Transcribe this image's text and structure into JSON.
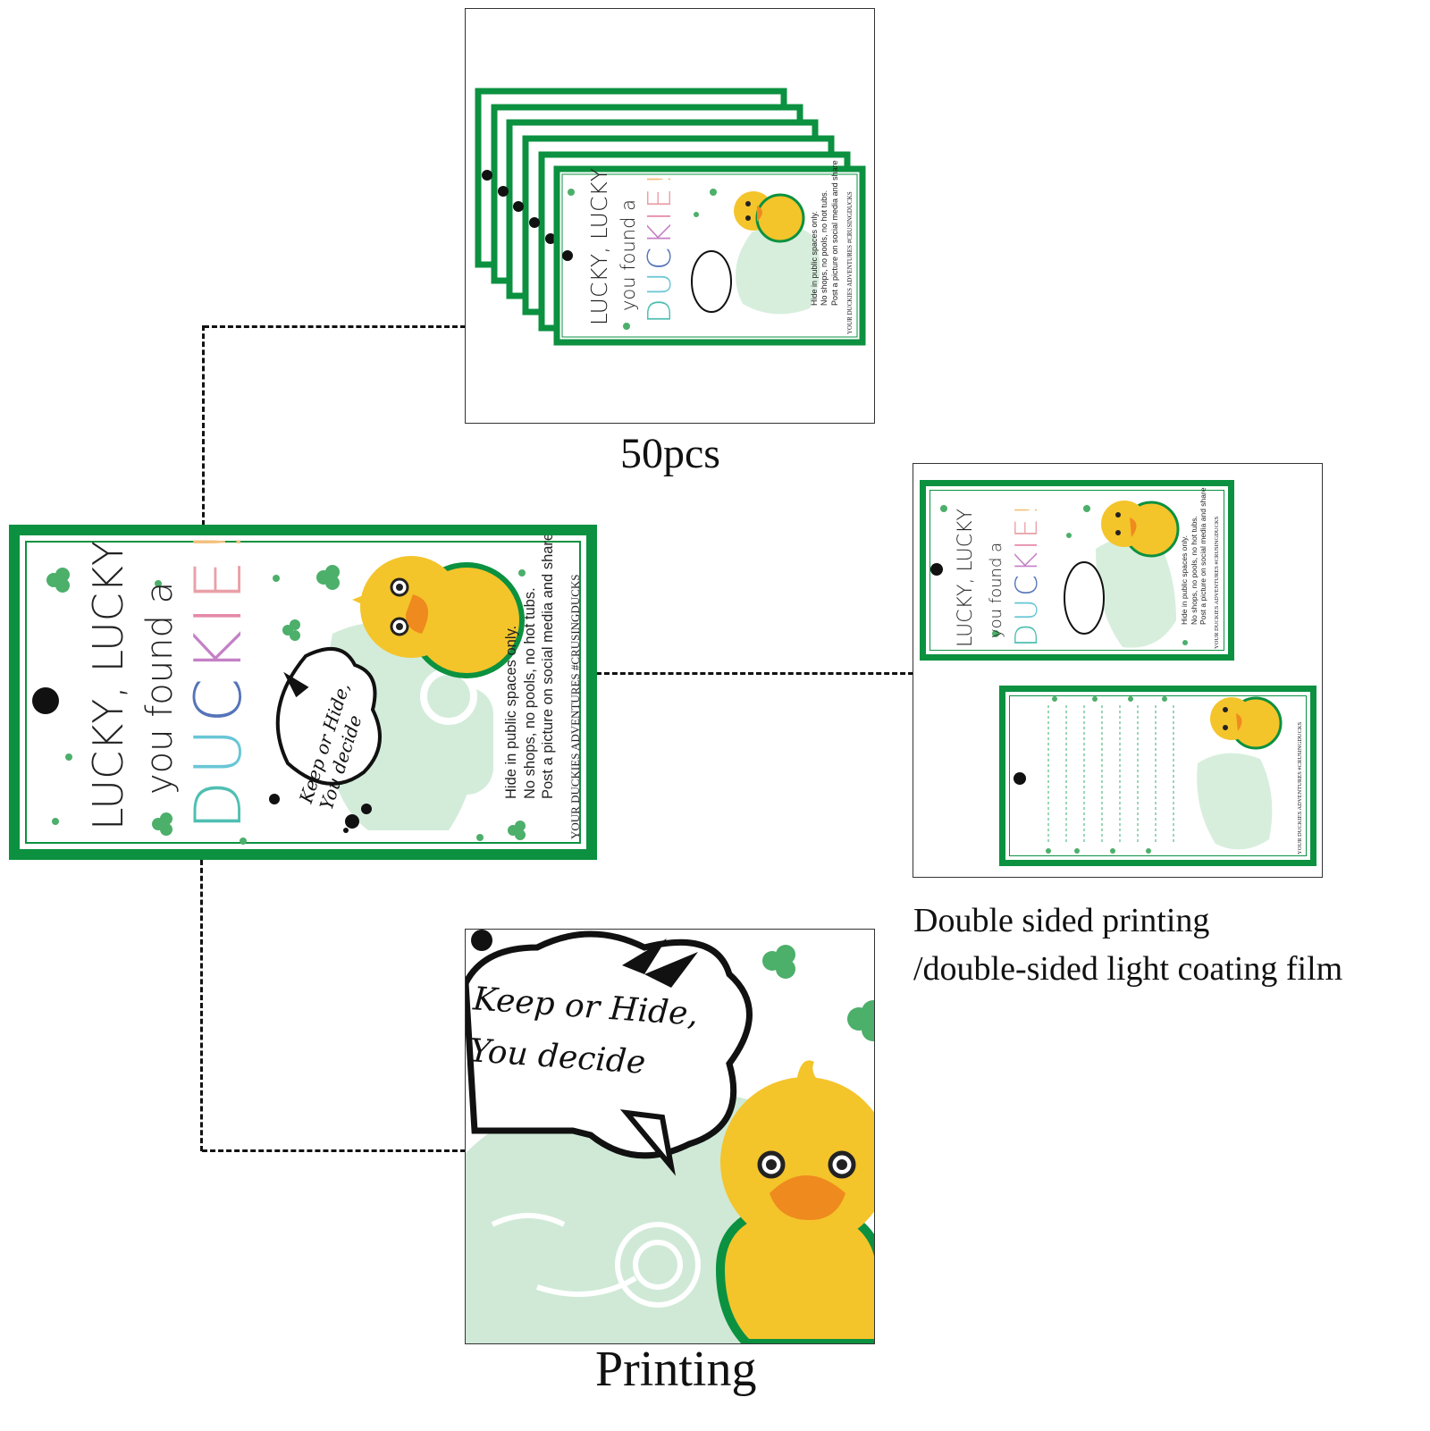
{
  "captions": {
    "pack": "50pcs",
    "double_sided_line1": "Double sided printing",
    "double_sided_line2": "/double-sided light coating film",
    "printing": "Printing"
  },
  "card": {
    "title_line1": "LUCKY, LUCKY",
    "title_line2": "you found a",
    "title_duckie_letters": [
      "D",
      "U",
      "C",
      "K",
      "I",
      "E",
      "!"
    ],
    "duckie_colors": [
      "#4fbfb2",
      "#68c6d6",
      "#5574b9",
      "#c480c6",
      "#e58aa8",
      "#e9a0a8",
      "#f2c07a"
    ],
    "bubble_line1": "Keep or Hide,",
    "bubble_line2": "You decide",
    "rules_line1": "Hide in public spaces only.",
    "rules_line2": "No shops, no pools, no hot tubs.",
    "rules_line3": "Post a picture on social media and share",
    "hashtag": "YOUR DUCKIES ADVENTURES #CRUSINGDUCKS"
  },
  "colors": {
    "border_green": "#0b9140",
    "duck_yellow": "#f4c42b",
    "beak_orange": "#ef8a1e",
    "mint": "#cfe9d6",
    "clover": "#4caf6a"
  },
  "icons": [
    "duck-icon",
    "clover-icon",
    "jeep-icon",
    "speech-bubble-icon"
  ]
}
